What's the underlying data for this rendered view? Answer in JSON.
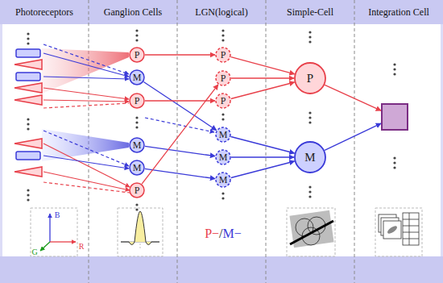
{
  "diagram": {
    "nodes": [
      {
        "text": [
          "P"
        ]
      },
      {
        "text": [
          "M"
        ]
      },
      {
        "text": [
          "P"
        ]
      },
      {
        "text": [
          "M"
        ]
      },
      {
        "text": [
          "M"
        ]
      },
      {
        "text": [
          "P"
        ]
      },
      {
        "text": [
          "P"
        ]
      },
      {
        "text": [
          "P"
        ]
      },
      {
        "text": [
          "P"
        ]
      },
      {
        "text": [
          "M"
        ]
      },
      {
        "text": [
          "M"
        ]
      },
      {
        "text": [
          "M"
        ]
      },
      {
        "text": [
          "P"
        ]
      },
      {
        "text": [
          "M"
        ]
      },
      {
        "text": []
      }
    ],
    "edges": [
      {
        "from": 0,
        "to": 6,
        "arrow": "to"
      },
      {
        "from": 1,
        "to": 9,
        "arrow": "to"
      },
      {
        "from": 2,
        "to": 8,
        "arrow": "to"
      },
      {
        "from": 3,
        "to": 10,
        "arrow": "to"
      },
      {
        "from": 4,
        "to": 11,
        "arrow": "to"
      },
      {
        "from": 5,
        "to": 7,
        "arrow": "to"
      },
      {
        "from": 6,
        "to": 12,
        "arrow": "to"
      },
      {
        "from": 7,
        "to": 12,
        "arrow": "to"
      },
      {
        "from": 8,
        "to": 12,
        "arrow": "to"
      },
      {
        "from": 9,
        "to": 13,
        "arrow": "to"
      },
      {
        "from": 10,
        "to": 13,
        "arrow": "to"
      },
      {
        "from": 11,
        "to": 13,
        "arrow": "to"
      },
      {
        "from": 12,
        "to": 14,
        "arrow": "to"
      },
      {
        "from": 13,
        "to": 14,
        "arrow": "to"
      }
    ],
    "labels": [
      "Photoreceptors",
      "Ganglion Cells",
      "LGN(logical)",
      "Simple-Cell",
      "Integration Cell",
      "B",
      "R",
      "G",
      "P−",
      "/",
      "M−"
    ]
  }
}
